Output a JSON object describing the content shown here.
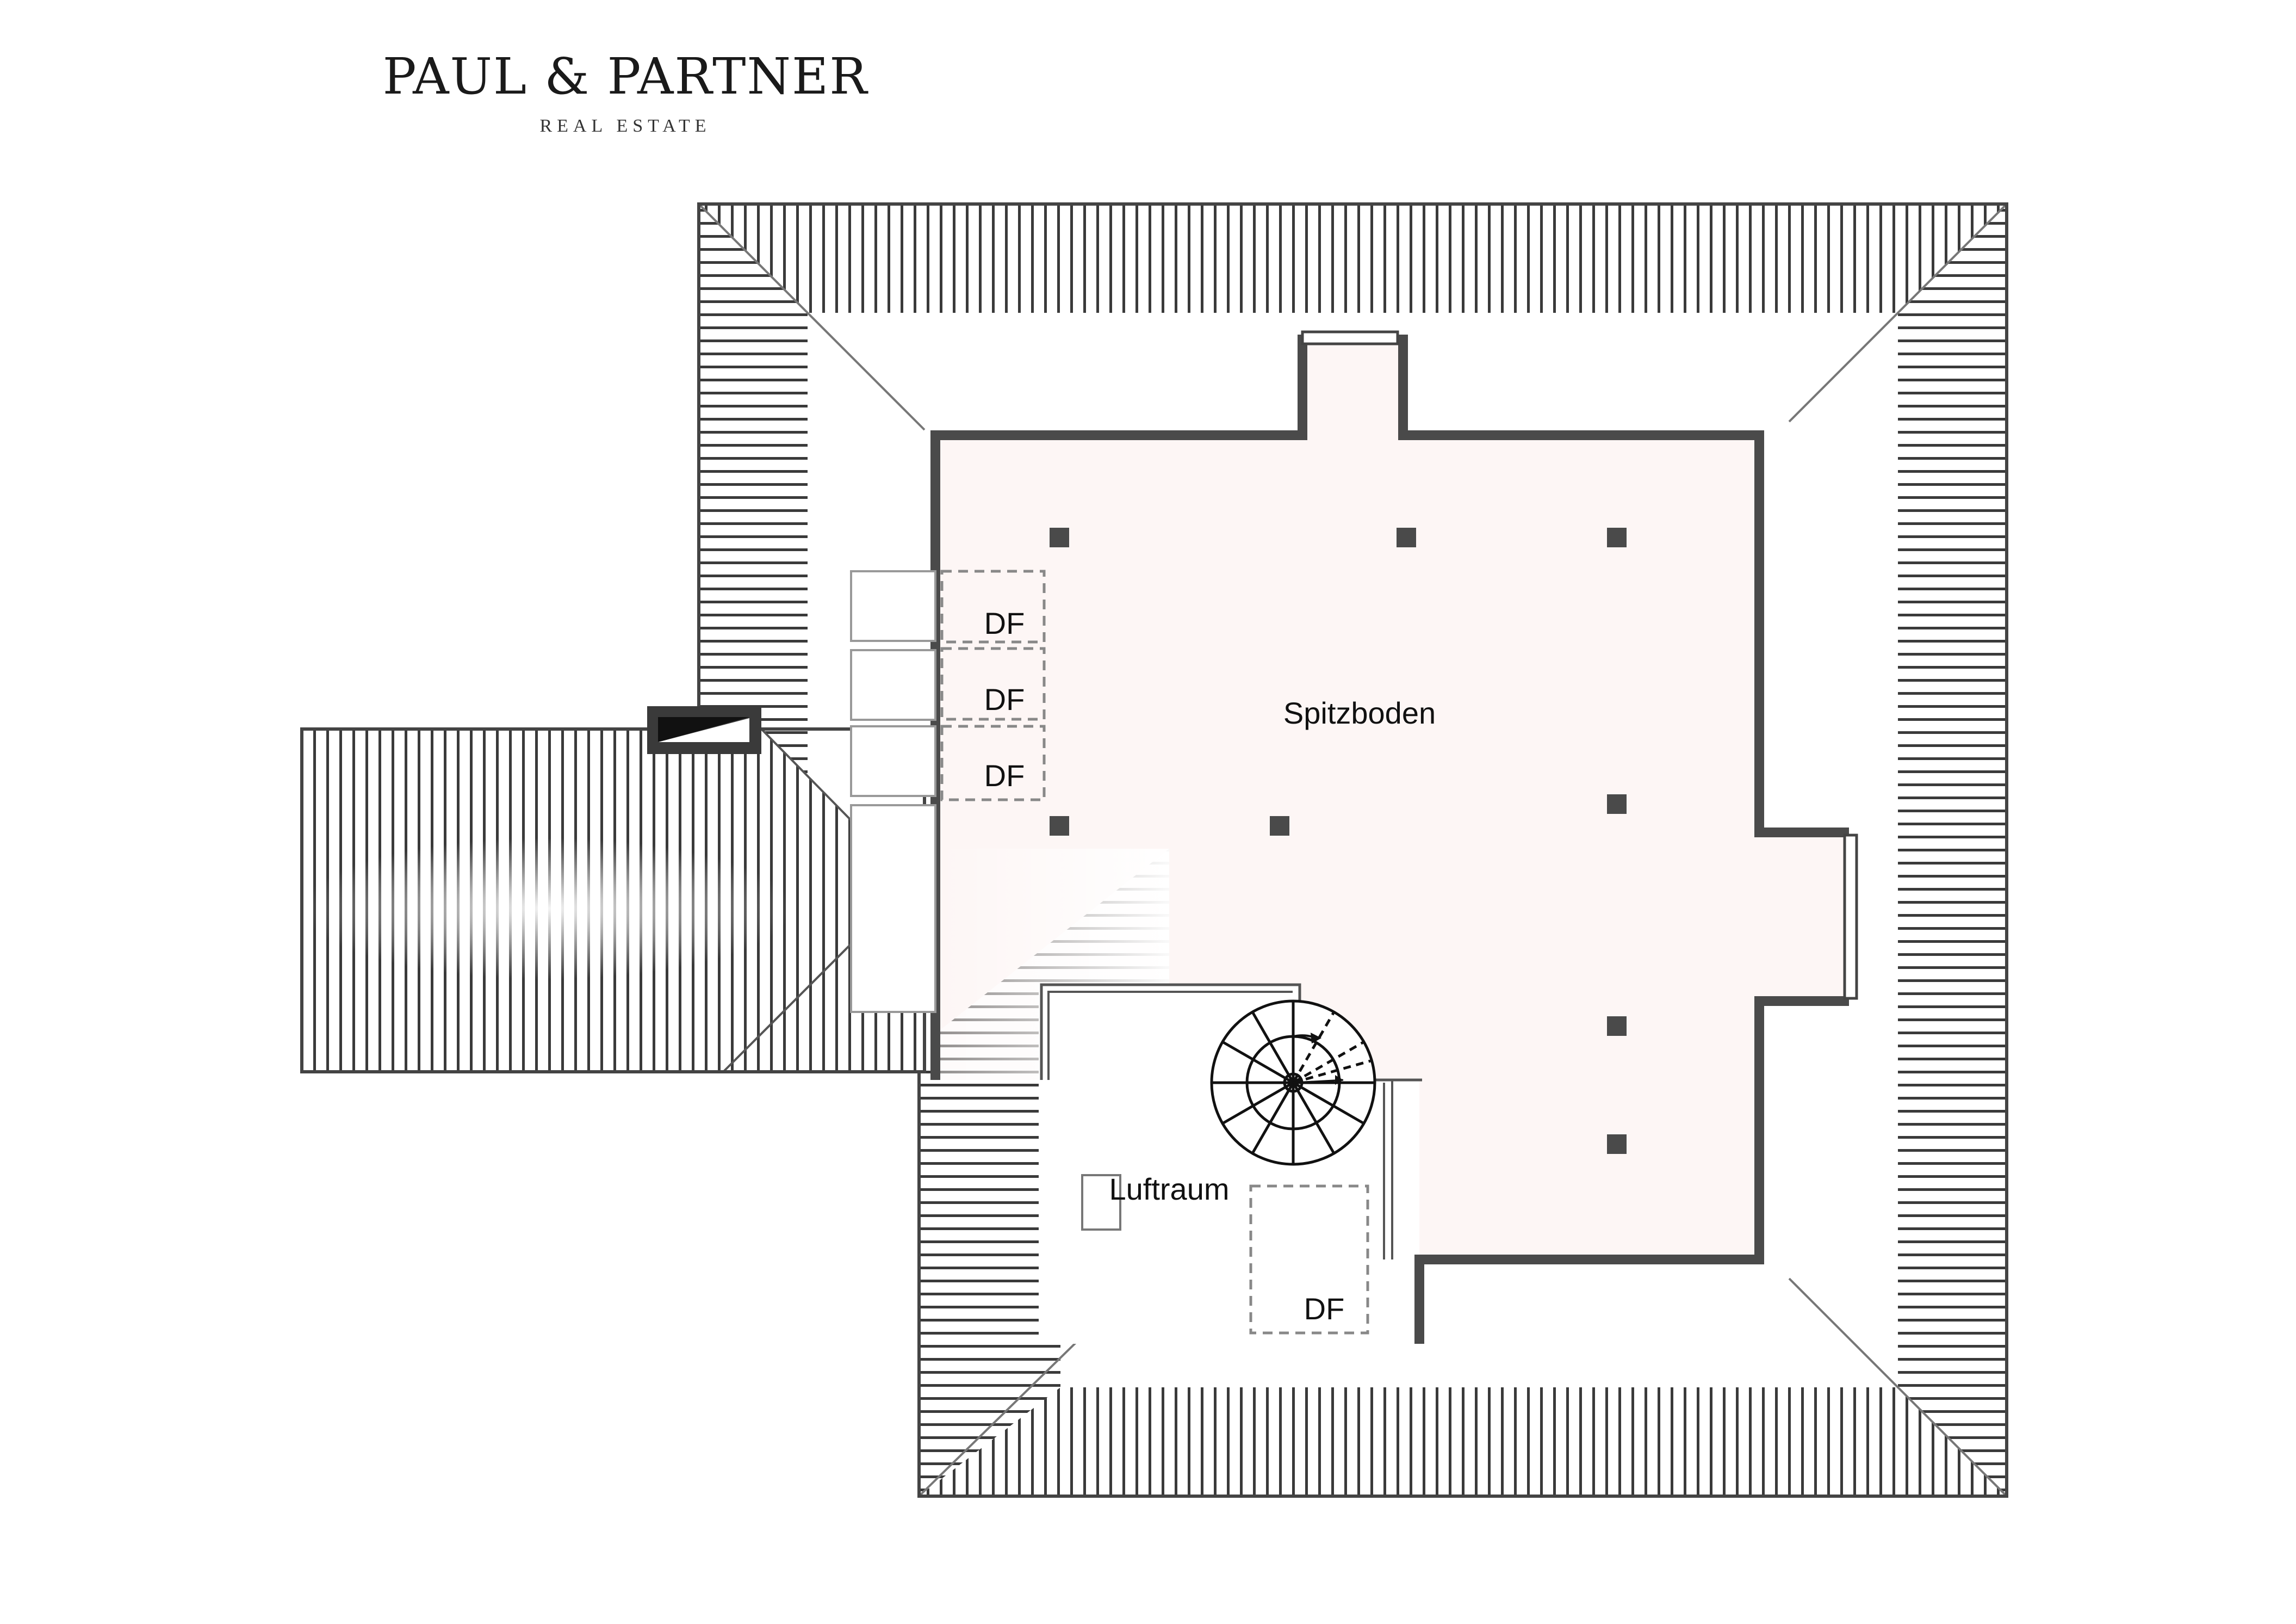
{
  "logo": {
    "name": "PAUL & PARTNER",
    "tagline": "REAL ESTATE"
  },
  "rooms": {
    "main": "Spitzboden",
    "void": "Luftraum"
  },
  "skylights": [
    "DF",
    "DF",
    "DF",
    "DF"
  ],
  "colors": {
    "wall": "#4a4a4a",
    "floor": "#fdf6f5",
    "roof_line": "#3a3a3a",
    "dashed": "#888888"
  }
}
